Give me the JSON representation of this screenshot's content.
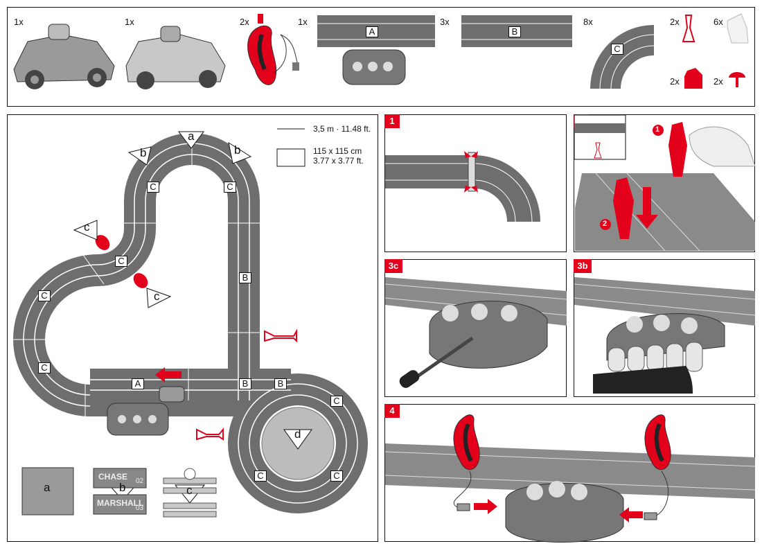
{
  "parts": {
    "car1_qty": "1x",
    "car2_qty": "1x",
    "controller_qty": "2x",
    "track_a_qty": "1x",
    "track_a_label": "A",
    "track_b_qty": "3x",
    "track_b_label": "B",
    "track_c_qty": "8x",
    "track_c_label": "C",
    "clip_qty": "2x",
    "support_qty": "6x",
    "guard_qty": "2x",
    "post_qty": "2x"
  },
  "layout": {
    "legend_length": "3,5 m · 11.48 ft.",
    "legend_area_1": "115 x 115 cm",
    "legend_area_2": "3.77 x 3.77 ft.",
    "labels_a": "A",
    "labels_b": "B",
    "labels_c": "C",
    "marker_a": "a",
    "marker_b": "b",
    "marker_c": "c",
    "marker_d": "d",
    "sticker_b_top": "CHASE",
    "sticker_b_top_num": "02",
    "sticker_b_bottom": "MARSHALL",
    "sticker_b_bottom_num": "03"
  },
  "steps": {
    "s1": "1",
    "s2": "2",
    "s3c": "3c",
    "s3b": "3b",
    "s4": "4",
    "s2_num1": "1",
    "s2_num2": "2"
  },
  "colors": {
    "accent": "#e2001a",
    "track": "#6e6e6e",
    "track_dark": "#555555"
  }
}
